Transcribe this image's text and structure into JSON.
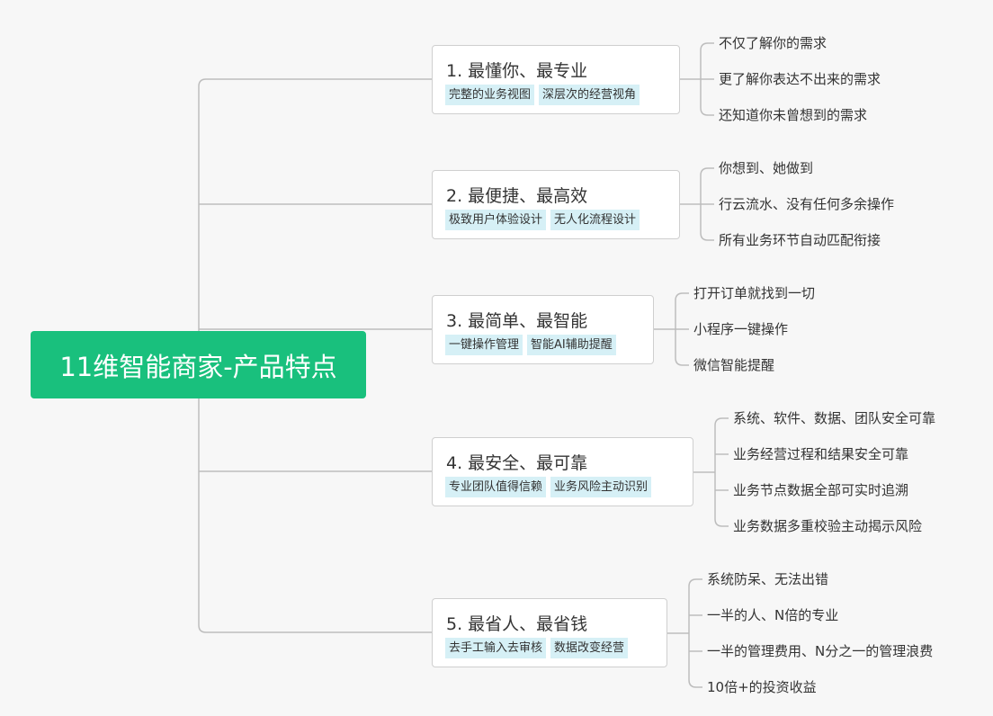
{
  "root": {
    "label": "11维智能商家-产品特点"
  },
  "branches": [
    {
      "title": "1. 最懂你、最专业",
      "tags": [
        "完整的业务视图",
        "深层次的经营视角"
      ],
      "leaves": [
        "不仅了解你的需求",
        "更了解你表达不出来的需求",
        "还知道你未曾想到的需求"
      ]
    },
    {
      "title": "2. 最便捷、最高效",
      "tags": [
        "极致用户体验设计",
        "无人化流程设计"
      ],
      "leaves": [
        "你想到、她做到",
        "行云流水、没有任何多余操作",
        "所有业务环节自动匹配衔接"
      ]
    },
    {
      "title": "3. 最简单、最智能",
      "tags": [
        "一键操作管理",
        "智能AI辅助提醒"
      ],
      "leaves": [
        "打开订单就找到一切",
        "小程序一键操作",
        "微信智能提醒"
      ]
    },
    {
      "title": "4. 最安全、最可靠",
      "tags": [
        "专业团队值得信赖",
        "业务风险主动识别"
      ],
      "leaves": [
        "系统、软件、数据、团队安全可靠",
        "业务经营过程和结果安全可靠",
        "业务节点数据全部可实时追溯",
        "业务数据多重校验主动揭示风险"
      ]
    },
    {
      "title": "5. 最省人、最省钱",
      "tags": [
        "去手工输入去审核",
        "数据改变经营"
      ],
      "leaves": [
        "系统防呆、无法出错",
        "一半的人、N倍的专业",
        "一半的管理费用、N分之一的管理浪费",
        "10倍+的投资收益"
      ]
    }
  ],
  "colors": {
    "root": "#19c07d",
    "tag": "#d6f0f6",
    "line": "#bdbdbd"
  }
}
